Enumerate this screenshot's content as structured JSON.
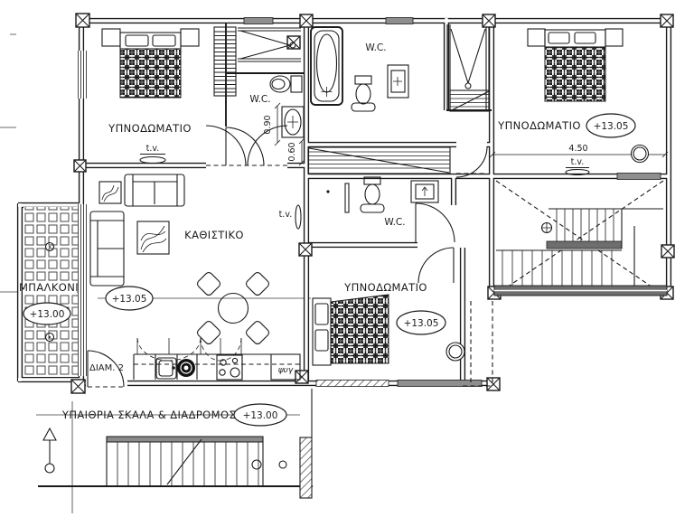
{
  "drawing": {
    "labels": {
      "bedroom": "ΥΠΝΟΔΩΜΑΤΙΟ",
      "living_room": "ΚΑΘΙΣΤΙΚΟ",
      "balcony": "ΜΠΑΛΚΟΝΙ",
      "wc": "W.C.",
      "tv": "t.v.",
      "fridge": "ψυγ",
      "apartment_entry": "ΔΙΑΜ. 2",
      "outdoor_stair": "ΥΠΑΙΘΡΙΑ ΣΚΑΛΑ & ΔΙΑΔΡΟΜΟΣ"
    },
    "levels": {
      "floor": "+13.05",
      "balcony": "+13.00",
      "outdoor": "+13.00"
    },
    "dimensions": {
      "bedroom_width": "4.50",
      "fixture_width": "0.90",
      "fixture_depth": "0.60"
    },
    "colors": {
      "ink": "#1b1b1b",
      "paper": "#ffffff",
      "window_band": "#8e8e8e"
    }
  }
}
